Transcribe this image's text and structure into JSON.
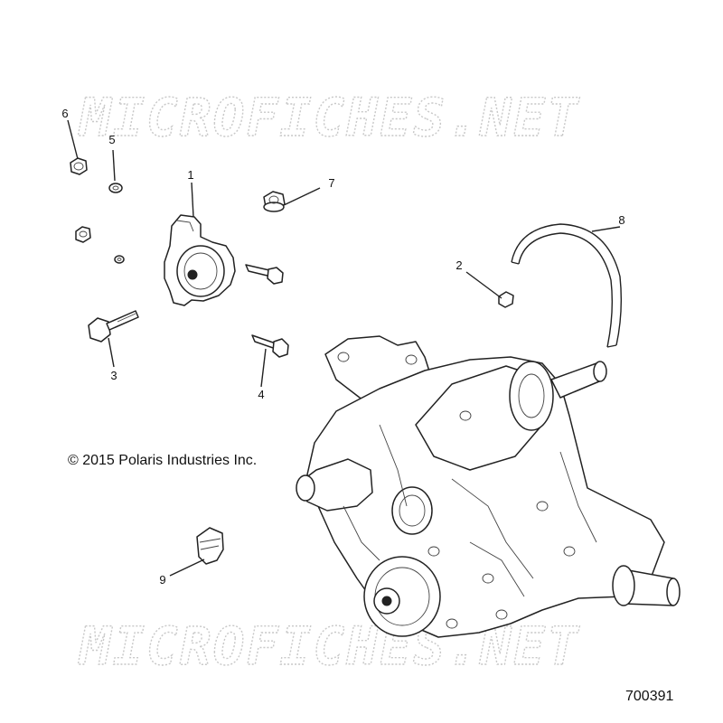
{
  "watermark_text": "MICROFICHES.NET",
  "copyright": "© 2015 Polaris Industries Inc.",
  "drawing_number": "700391",
  "callouts": [
    "1",
    "2",
    "3",
    "4",
    "5",
    "6",
    "7",
    "8",
    "9"
  ],
  "colors": {
    "line": "#222222",
    "watermark": "#c8c8c8",
    "background": "#ffffff"
  }
}
